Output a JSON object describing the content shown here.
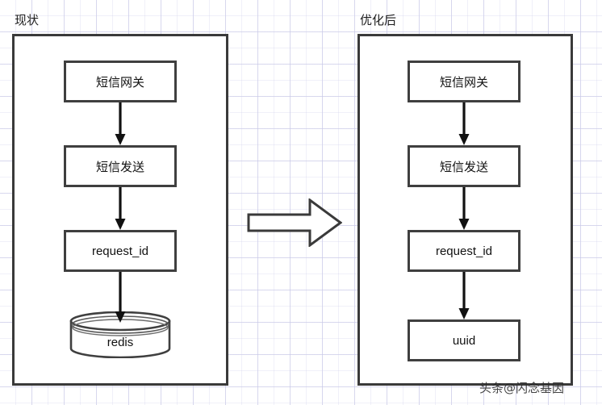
{
  "diagram": {
    "background": {
      "color": "#ffffff",
      "grid_color": "#bebee1",
      "grid_size": 40
    },
    "panels": [
      {
        "id": "current",
        "title": "现状",
        "nodes": [
          {
            "id": "sms-gateway",
            "label": "短信网关",
            "shape": "rect"
          },
          {
            "id": "sms-send",
            "label": "短信发送",
            "shape": "rect"
          },
          {
            "id": "request-id",
            "label": "request_id",
            "shape": "rect"
          },
          {
            "id": "redis",
            "label": "redis",
            "shape": "cylinder"
          }
        ]
      },
      {
        "id": "optimized",
        "title": "优化后",
        "nodes": [
          {
            "id": "sms-gateway",
            "label": "短信网关",
            "shape": "rect"
          },
          {
            "id": "sms-send",
            "label": "短信发送",
            "shape": "rect"
          },
          {
            "id": "request-id",
            "label": "request_id",
            "shape": "rect"
          },
          {
            "id": "uuid",
            "label": "uuid",
            "shape": "rect"
          }
        ]
      }
    ],
    "transition": {
      "icon": "block-arrow-right-icon",
      "direction": "right"
    },
    "watermark": {
      "text": "头条@闪念基因"
    },
    "stroke_color": "#3f3f3f"
  }
}
